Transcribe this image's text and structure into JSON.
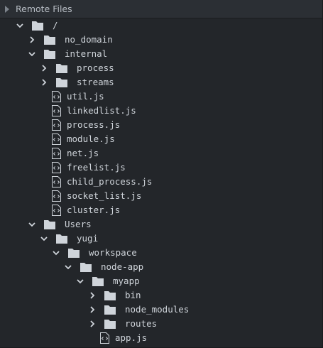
{
  "panel": {
    "title": "Remote Files"
  },
  "tree": {
    "root": "/",
    "no_domain": "no_domain",
    "internal": "internal",
    "process_dir": "process",
    "streams": "streams",
    "util": "util.js",
    "linkedlist": "linkedlist.js",
    "process_js": "process.js",
    "module": "module.js",
    "net": "net.js",
    "freelist": "freelist.js",
    "child_process": "child_process.js",
    "socket_list": "socket_list.js",
    "cluster": "cluster.js",
    "users": "Users",
    "yugi": "yugi",
    "workspace": "workspace",
    "node_app": "node-app",
    "myapp": "myapp",
    "bin": "bin",
    "node_modules": "node_modules",
    "routes": "routes",
    "app": "app.js"
  },
  "colors": {
    "background": "#23262a",
    "header": "#2b2f34",
    "text": "#cfd4da",
    "icon": "#cfd4da"
  }
}
